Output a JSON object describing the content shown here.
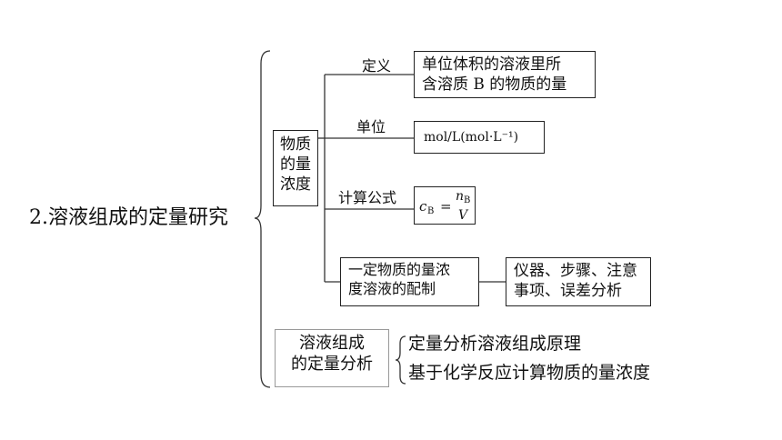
{
  "main_topic": "2.溶液组成的定量研究",
  "concept_box": [
    "物质",
    "的量",
    "浓度"
  ],
  "branches": {
    "definition": {
      "label": "定义",
      "content": [
        "单位体积的溶液里所",
        "含溶质 B 的物质的量"
      ]
    },
    "unit": {
      "label": "单位",
      "content": "mol/L(mol·L⁻¹)"
    },
    "formula": {
      "label": "计算公式",
      "c": "c",
      "c_sub": "B",
      "eq": "=",
      "n": "n",
      "n_sub": "B",
      "V": "V"
    },
    "preparation": {
      "box": [
        "一定物质的量浓",
        "度溶液的配制"
      ],
      "detail": [
        "仪器、步骤、注意",
        "事项、误差分析"
      ]
    }
  },
  "analysis_box": [
    "溶液组成",
    "的定量分析"
  ],
  "analysis_items": [
    "定量分析溶液组成原理",
    "基于化学反应计算物质的量浓度"
  ]
}
